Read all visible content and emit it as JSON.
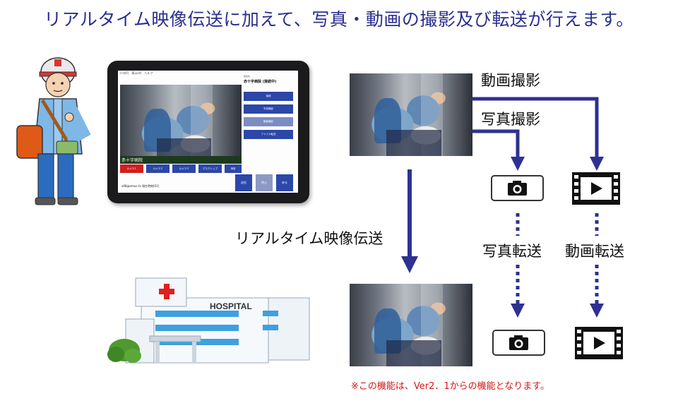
{
  "title": "リアルタイム映像伝送に加えて、写真・動画の撮影及び転送が行えます。",
  "labels": {
    "video_shoot": "動画撮影",
    "photo_shoot": "写真撮影",
    "realtime": "リアルタイム映像伝送",
    "photo_transfer": "写真転送",
    "video_transfer": "動画転送"
  },
  "note": "※この機能は、Ver2．1からの機能となります。",
  "hospital_sign": "HOSPITAL",
  "tablet": {
    "top_bar": "ﾌｧｲﾙ(F)　表示(V)　ヘルプ",
    "right_sub": "接続先",
    "right_title": "赤十字病院 (接続中)",
    "side_buttons": [
      "接続",
      "写真撮影",
      "動画撮影",
      "ファイル転送"
    ],
    "caption": "赤十字病院",
    "cameras": [
      "カメラ１",
      "カメラ２",
      "カメラ３",
      "デスクトップ",
      "消音"
    ],
    "actions": [
      "送信",
      "停止",
      "戻る"
    ],
    "footer": "a08@emus.tv 現在時刻(01)"
  },
  "icons": [
    "camera-icon",
    "film-play-icon"
  ],
  "colors": {
    "title": "#2b2f8f",
    "arrow": "#2e3191",
    "note": "#d61515",
    "tablet_button": "#2b47a8",
    "camera_active": "#d11e1e"
  }
}
